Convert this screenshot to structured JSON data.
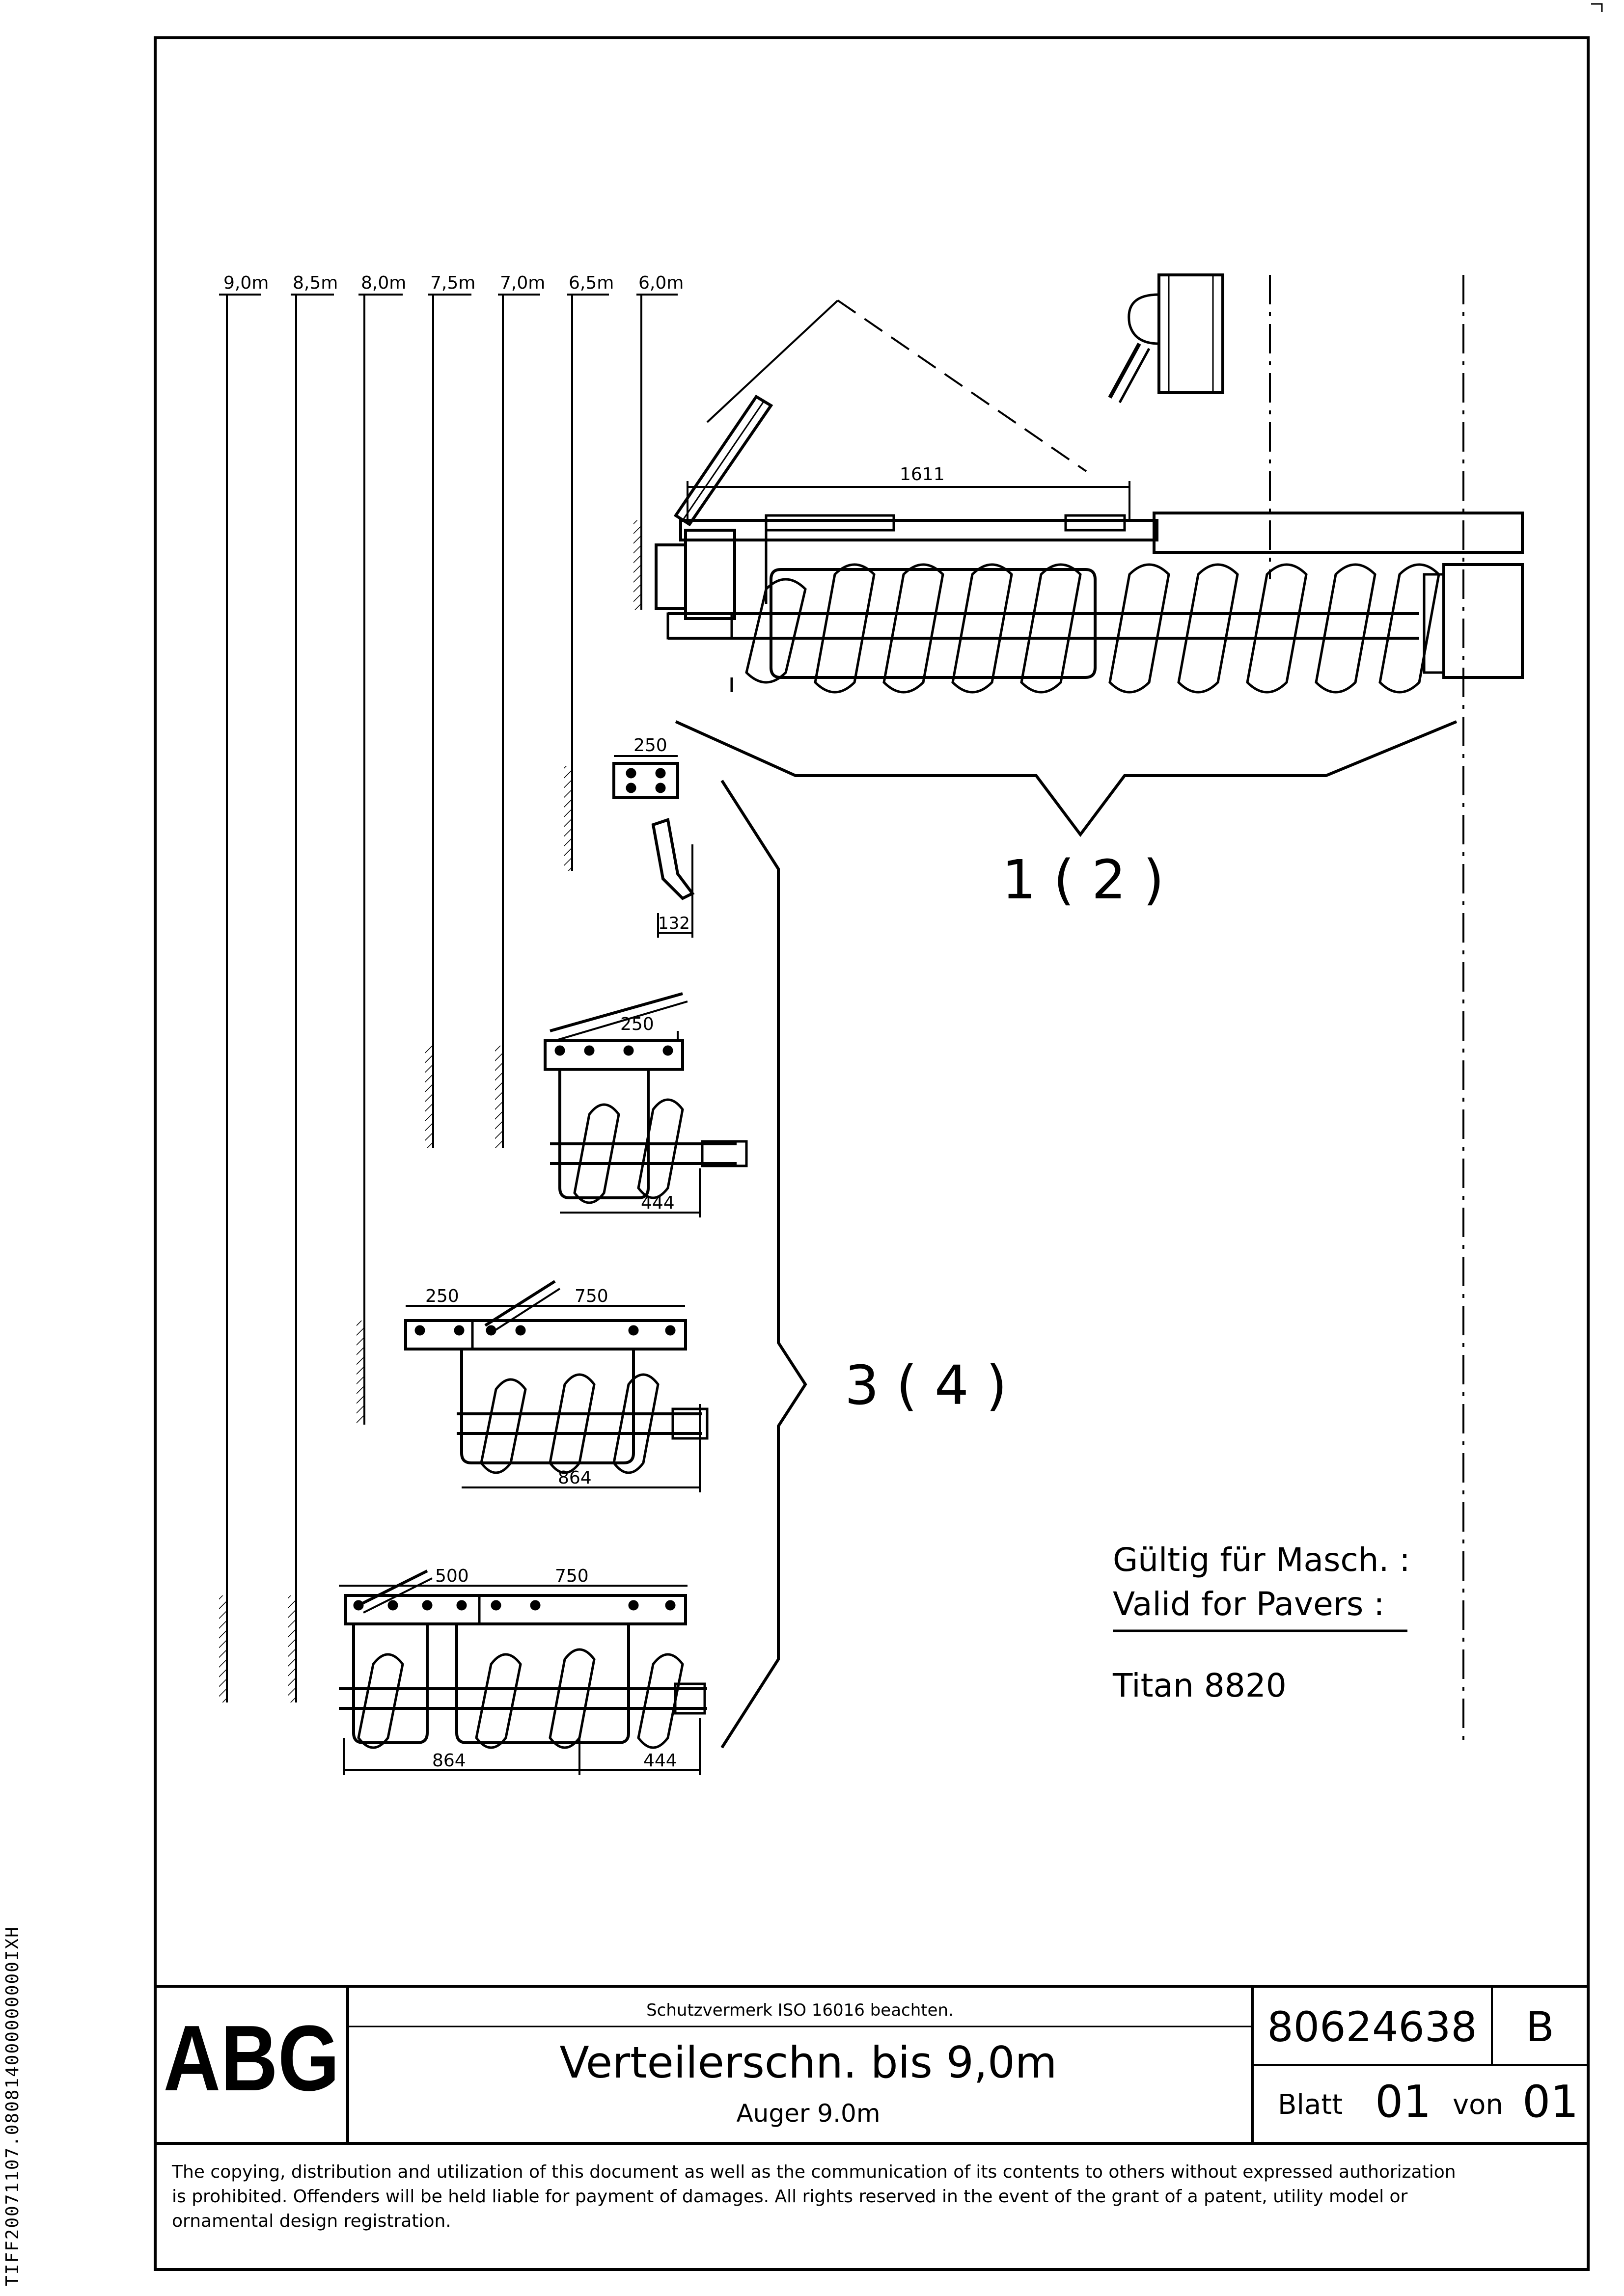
{
  "side_code": "TIFF20071107.080814000000000IXH",
  "widths": [
    "9,0m",
    "8,5m",
    "8,0m",
    "7,5m",
    "7,0m",
    "6,5m",
    "6,0m"
  ],
  "dimensions": {
    "d1611": "1611",
    "d250_a": "250",
    "d132": "132",
    "d250_b": "250",
    "d444_a": "444",
    "d250_c": "250",
    "d750_a": "750",
    "d864_a": "864",
    "d500": "500",
    "d750_b": "750",
    "d864_b": "864",
    "d444_b": "444"
  },
  "callouts": {
    "part_1": "1 ( 2 )",
    "part_3": "3 ( 4 )"
  },
  "validity": {
    "label_de": "Gültig für Masch. :",
    "label_en": "Valid for Pavers :",
    "model": "Titan 8820"
  },
  "title_block": {
    "logo": "ABG",
    "protection_note": "Schutzvermerk ISO 16016 beachten.",
    "title_de": "Verteilerschn. bis 9,0m",
    "title_en": "Auger 9.0m",
    "drawing_number": "80624638",
    "revision": "B",
    "sheet_label": "Blatt",
    "sheet_number": "01",
    "of_label": "von",
    "sheet_total": "01"
  },
  "copyright": [
    "The copying, distribution and utilization of this document as well as the communication of its contents to others without expressed authorization",
    "is prohibited. Offenders will be held liable for payment of damages. All rights reserved in the event of the grant of a patent, utility model or",
    "ornamental design registration."
  ]
}
